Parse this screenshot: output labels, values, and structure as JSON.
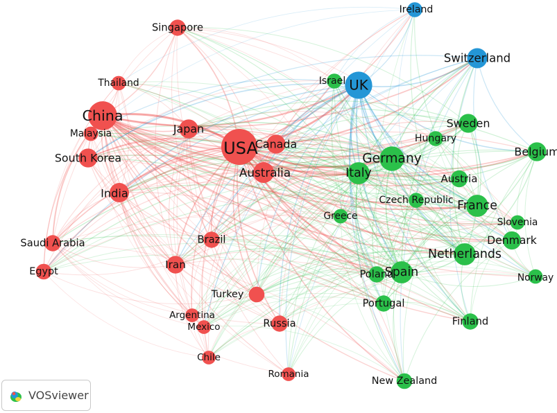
{
  "app": {
    "name": "VOSviewer"
  },
  "palette": {
    "red": "#f0514f",
    "green": "#2bc04a",
    "blue": "#2496d6",
    "label": "#111111"
  },
  "nodes": [
    {
      "id": "usa",
      "label": "USA",
      "cluster": "red",
      "size": 1.0
    },
    {
      "id": "china",
      "label": "China",
      "cluster": "red",
      "size": 0.78
    },
    {
      "id": "uk",
      "label": "UK",
      "cluster": "blue",
      "size": 0.72
    },
    {
      "id": "switzerland",
      "label": "Switzerland",
      "cluster": "blue",
      "size": 0.5
    },
    {
      "id": "ireland",
      "label": "Ireland",
      "cluster": "blue",
      "size": 0.34
    },
    {
      "id": "israel",
      "label": "Israel",
      "cluster": "green",
      "size": 0.34
    },
    {
      "id": "germany",
      "label": "Germany",
      "cluster": "green",
      "size": 0.64
    },
    {
      "id": "italy",
      "label": "Italy",
      "cluster": "green",
      "size": 0.56
    },
    {
      "id": "france",
      "label": "France",
      "cluster": "green",
      "size": 0.56
    },
    {
      "id": "spain",
      "label": "Spain",
      "cluster": "green",
      "size": 0.56
    },
    {
      "id": "netherlands",
      "label": "Netherlands",
      "cluster": "green",
      "size": 0.56
    },
    {
      "id": "sweden",
      "label": "Sweden",
      "cluster": "green",
      "size": 0.46
    },
    {
      "id": "belgium",
      "label": "Belgium",
      "cluster": "green",
      "size": 0.46
    },
    {
      "id": "denmark",
      "label": "Denmark",
      "cluster": "green",
      "size": 0.44
    },
    {
      "id": "hungary",
      "label": "Hungary",
      "cluster": "green",
      "size": 0.34
    },
    {
      "id": "austria",
      "label": "Austria",
      "cluster": "green",
      "size": 0.4
    },
    {
      "id": "czech",
      "label": "Czech Republic",
      "cluster": "green",
      "size": 0.34
    },
    {
      "id": "slovenia",
      "label": "Slovenia",
      "cluster": "green",
      "size": 0.32
    },
    {
      "id": "norway",
      "label": "Norway",
      "cluster": "green",
      "size": 0.32
    },
    {
      "id": "finland",
      "label": "Finland",
      "cluster": "green",
      "size": 0.38
    },
    {
      "id": "poland",
      "label": "Poland",
      "cluster": "green",
      "size": 0.38
    },
    {
      "id": "portugal",
      "label": "Portugal",
      "cluster": "green",
      "size": 0.38
    },
    {
      "id": "greece",
      "label": "Greece",
      "cluster": "green",
      "size": 0.32
    },
    {
      "id": "newzealand",
      "label": "New Zealand",
      "cluster": "green",
      "size": 0.36
    },
    {
      "id": "canada",
      "label": "Canada",
      "cluster": "red",
      "size": 0.46
    },
    {
      "id": "australia",
      "label": "Australia",
      "cluster": "red",
      "size": 0.52
    },
    {
      "id": "japan",
      "label": "Japan",
      "cluster": "red",
      "size": 0.46
    },
    {
      "id": "southkorea",
      "label": "South Korea",
      "cluster": "red",
      "size": 0.46
    },
    {
      "id": "india",
      "label": "India",
      "cluster": "red",
      "size": 0.48
    },
    {
      "id": "singapore",
      "label": "Singapore",
      "cluster": "red",
      "size": 0.38
    },
    {
      "id": "thailand",
      "label": "Thailand",
      "cluster": "red",
      "size": 0.32
    },
    {
      "id": "malaysia",
      "label": "Malaysia",
      "cluster": "red",
      "size": 0.32
    },
    {
      "id": "saudiarabia",
      "label": "Saudi Arabia",
      "cluster": "red",
      "size": 0.38
    },
    {
      "id": "egypt",
      "label": "Egypt",
      "cluster": "red",
      "size": 0.36
    },
    {
      "id": "iran",
      "label": "Iran",
      "cluster": "red",
      "size": 0.42
    },
    {
      "id": "brazil",
      "label": "Brazil",
      "cluster": "red",
      "size": 0.38
    },
    {
      "id": "turkey",
      "label": "Turkey",
      "cluster": "red",
      "size": 0.36
    },
    {
      "id": "russia",
      "label": "Russia",
      "cluster": "red",
      "size": 0.38
    },
    {
      "id": "argentina",
      "label": "Argentina",
      "cluster": "red",
      "size": 0.3
    },
    {
      "id": "mexico",
      "label": "Mexico",
      "cluster": "red",
      "size": 0.3
    },
    {
      "id": "chile",
      "label": "Chile",
      "cluster": "red",
      "size": 0.3
    },
    {
      "id": "romania",
      "label": "Romania",
      "cluster": "red",
      "size": 0.3
    }
  ]
}
